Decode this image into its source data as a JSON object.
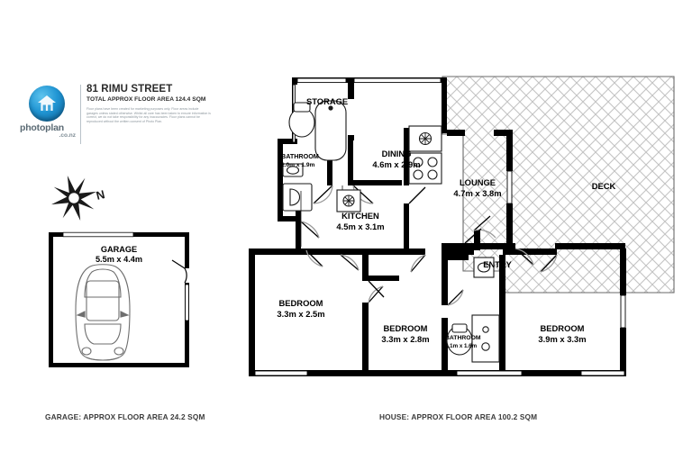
{
  "header": {
    "logo": {
      "brand": "photoplan",
      "domain": ".co.nz",
      "icon": "house-in-circle"
    },
    "address_title": "81 RIMU STREET",
    "total_area": "TOTAL APPROX FLOOR AREA 124.4 SQM",
    "disclaimer": "Floor plans have been created for marketing purposes only. Floor areas include garages unless stated otherwise. Whilst all care has been taken to ensure information is correct, we do not take responsibility for any inaccuracies. Floor plans cannot be reproduced without the written consent of Photo Plan."
  },
  "compass": {
    "north_label": "N"
  },
  "garage_plan": {
    "room_name": "GARAGE",
    "room_size": "5.5m x 4.4m",
    "vehicle_icon": "car-outline"
  },
  "house_plan": {
    "rooms": [
      {
        "name": "STORAGE",
        "size": ""
      },
      {
        "name": "BATHROOM",
        "size": "2.0m x 1.9m"
      },
      {
        "name": "DINING",
        "size": "4.6m x 2.9m"
      },
      {
        "name": "LOUNGE",
        "size": "4.7m x 3.8m"
      },
      {
        "name": "DECK",
        "size": ""
      },
      {
        "name": "KITCHEN",
        "size": "4.5m x 3.1m"
      },
      {
        "name": "ENTRY",
        "size": ""
      },
      {
        "name": "BEDROOM",
        "size": "3.3m x 2.5m"
      },
      {
        "name": "BEDROOM",
        "size": "3.3m x 2.8m"
      },
      {
        "name": "BATHROOM",
        "size": "2.1m x 1.6m"
      },
      {
        "name": "BEDROOM",
        "size": "3.9m x 3.3m"
      }
    ]
  },
  "captions": {
    "garage": "GARAGE: APPROX FLOOR AREA 24.2 SQM",
    "house": "HOUSE: APPROX FLOOR AREA 100.2 SQM"
  },
  "colors": {
    "wall": "#000000",
    "fixture_outline": "#1a1a1a",
    "deck_hatch": "#bdbdbd",
    "brand_blue": "#2196d4",
    "caption_text": "#3b3b3b"
  }
}
